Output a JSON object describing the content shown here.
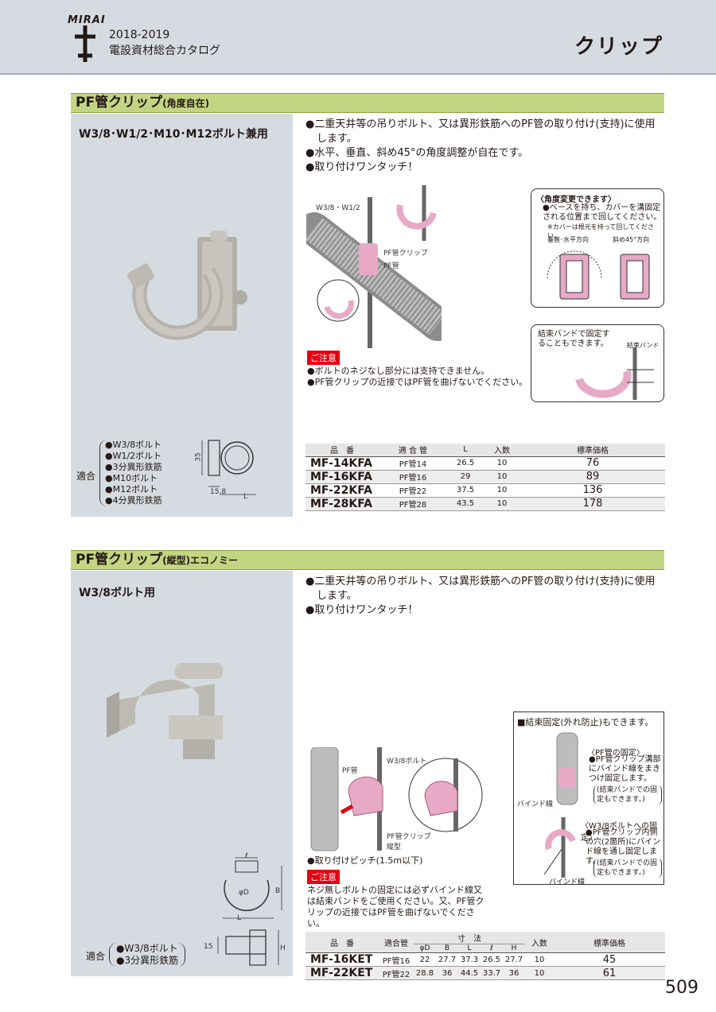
{
  "header": {
    "brand": "MIRAI",
    "years": "2018-2019",
    "catalog_title": "電設資材総合カタログ",
    "category": "クリップ"
  },
  "section1": {
    "title": "PF管クリップ",
    "title_note": "(角度自在)",
    "subtitle": "W3/8･W1/2･M10･M12ボルト兼用",
    "features": [
      "●二重天井等の吊りボルト、又は異形鉄筋へのPF管の取り付け(支持)に使用します。",
      "●水平、垂直、斜め45°の角度調整が自在です。",
      "●取り付けワンタッチ！"
    ],
    "diagram_labels": {
      "bolt": "W3/8・W1/2",
      "clip": "PF管クリップ",
      "pipe": "PF管"
    },
    "angle_box": {
      "title": "〈角度変更できます〉",
      "text1": "●ベースを持ち、カバーを溝固定される位置まで回してください。",
      "text2": "※カバーは根元を持って回してください。",
      "label_a": "垂直･水平方向",
      "label_b": "斜め45°方向"
    },
    "band_box": {
      "text": "結束バンドで固定することもできます。",
      "label": "結束バンド"
    },
    "caution_tag": "ご注意",
    "cautions": [
      "●ボルトのネジなし部分には支持できません。",
      "●PF管クリップの近接ではPF管を曲げないでください。"
    ],
    "fit_label": "適合",
    "fits": [
      "●W3/8ボルト",
      "●W1/2ボルト",
      "●3分異形鉄筋",
      "●M10ボルト",
      "●M12ボルト",
      "●4分異形鉄筋"
    ],
    "dims": {
      "h": "35",
      "w": "15.8",
      "l": "L"
    },
    "table": {
      "headers": [
        "品　番",
        "適 合 管",
        "L",
        "入数",
        "標準価格"
      ],
      "rows": [
        [
          "MF-14KFA",
          "PF管14",
          "26.5",
          "10",
          "76"
        ],
        [
          "MF-16KFA",
          "PF管16",
          "29",
          "10",
          "89"
        ],
        [
          "MF-22KFA",
          "PF管22",
          "37.5",
          "10",
          "136"
        ],
        [
          "MF-28KFA",
          "PF管28",
          "43.5",
          "10",
          "178"
        ]
      ]
    }
  },
  "section2": {
    "title": "PF管クリップ",
    "title_note": "(縦型)エコノミー",
    "subtitle": "W3/8ボルト用",
    "features": [
      "●二重天井等の吊りボルト、又は異形鉄筋へのPF管の取り付け(支持)に使用します。",
      "●取り付けワンタッチ！"
    ],
    "binding_box": {
      "title": "■結束固定(外れ防止)もできます。",
      "pf_fix_title": "〈PF管の固定〉",
      "pf_fix_text": "●PF管クリップ溝部にバインド線をまきつけ固定します。",
      "pf_fix_note": "(結束バンドでの固定もできます。)",
      "bind_label": "バインド線",
      "bolt_fix_title": "〈W3/8ボルトへの固定〉",
      "bolt_fix_text": "●PF管クリップ内側の穴(2箇所)にバインド線を通し固定します。",
      "bolt_fix_note": "(結束バンドでの固定もできます。)",
      "bind_label2": "バインド線"
    },
    "diagram_labels": {
      "pipe": "PF管",
      "bolt": "W3/8ボルト",
      "clip": "PF管クリップ縦型"
    },
    "pitch": "●取り付けピッチ(1.5m以下)",
    "caution_tag": "ご注意",
    "caution": "ネジ無しボルトの固定には必ずバインド線又は結束バンドをご使用ください。又、PF管クリップの近接ではPF管を曲げないでください。",
    "fit_label": "適合",
    "fits": [
      "●W3/8ボルト",
      "●3分異形鉄筋"
    ],
    "dims": {
      "l_small": "ℓ",
      "d": "φD",
      "b": "B",
      "l": "L",
      "h15": "15",
      "h": "H"
    },
    "table": {
      "headers": [
        "品　番",
        "適合管",
        "寸　法",
        "入数",
        "標準価格"
      ],
      "sub_headers": [
        "φD",
        "B",
        "L",
        "ℓ",
        "H"
      ],
      "rows": [
        [
          "MF-16KET",
          "PF管16",
          "22",
          "27.7",
          "37.3",
          "26.5",
          "27.7",
          "10",
          "45"
        ],
        [
          "MF-22KET",
          "PF管22",
          "28.8",
          "36",
          "44.5",
          "33.7",
          "36",
          "10",
          "61"
        ]
      ]
    }
  },
  "page_number": "509",
  "colors": {
    "section_bar": "#c3d582",
    "panel": "#d6dbe1",
    "caution": "#e50012",
    "accent_pink": "#e8a9c6"
  }
}
